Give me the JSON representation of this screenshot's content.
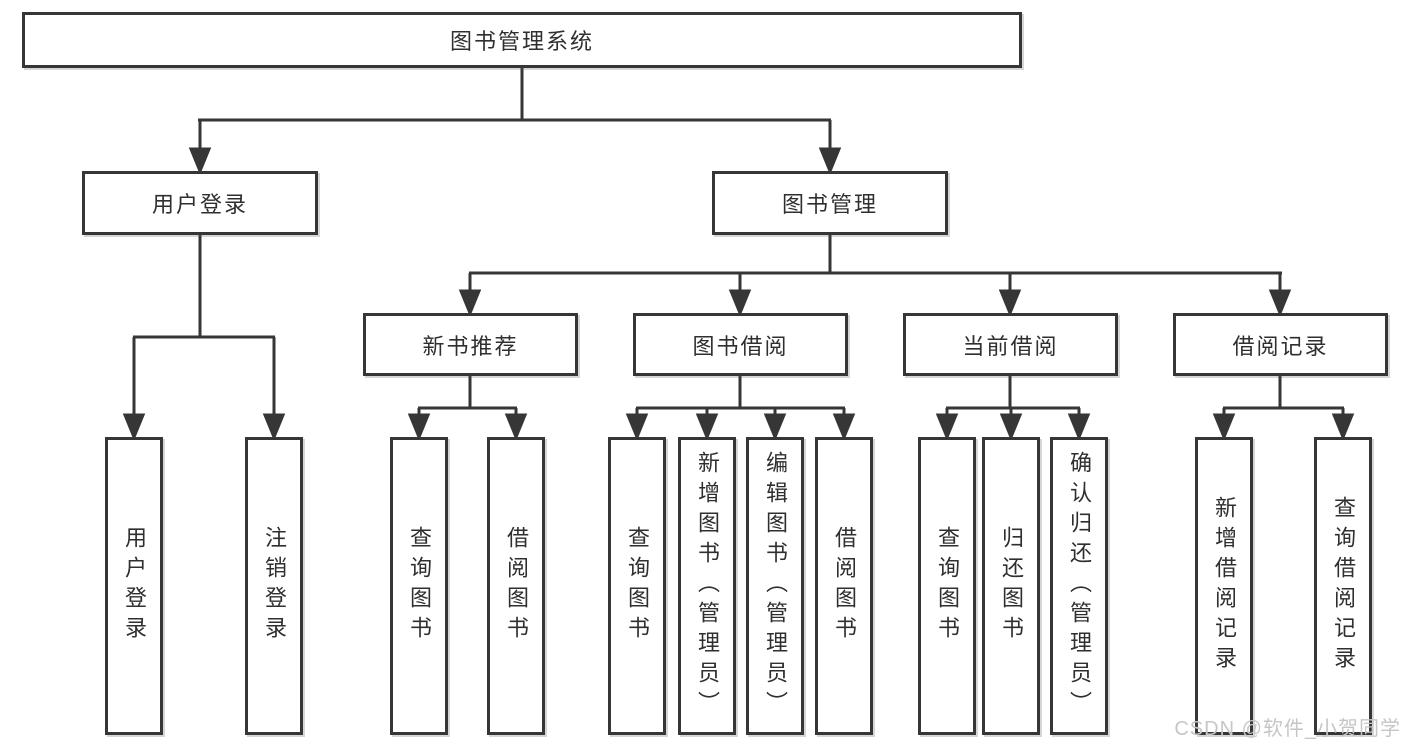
{
  "diagram": {
    "root": {
      "label": "图书管理系统"
    },
    "branches": [
      {
        "label": "用户登录",
        "children": [
          {
            "label": "用户登录"
          },
          {
            "label": "注销登录"
          }
        ]
      },
      {
        "label": "图书管理",
        "children": [
          {
            "label": "新书推荐",
            "children": [
              {
                "label": "查询图书"
              },
              {
                "label": "借阅图书"
              }
            ]
          },
          {
            "label": "图书借阅",
            "children": [
              {
                "label": "查询图书"
              },
              {
                "label": "新增图书（管理员）"
              },
              {
                "label": "编辑图书（管理员）"
              },
              {
                "label": "借阅图书"
              }
            ]
          },
          {
            "label": "当前借阅",
            "children": [
              {
                "label": "查询图书"
              },
              {
                "label": "归还图书"
              },
              {
                "label": "确认归还（管理员）"
              }
            ]
          },
          {
            "label": "借阅记录",
            "children": [
              {
                "label": "新增借阅记录"
              },
              {
                "label": "查询借阅记录"
              }
            ]
          }
        ]
      }
    ]
  },
  "watermark": "CSDN @软件_小贺同学",
  "colors": {
    "line": "#363636",
    "box_border": "#363636",
    "text": "#2f2f2f",
    "background": "#ffffff",
    "watermark": "#c6c6c6"
  }
}
